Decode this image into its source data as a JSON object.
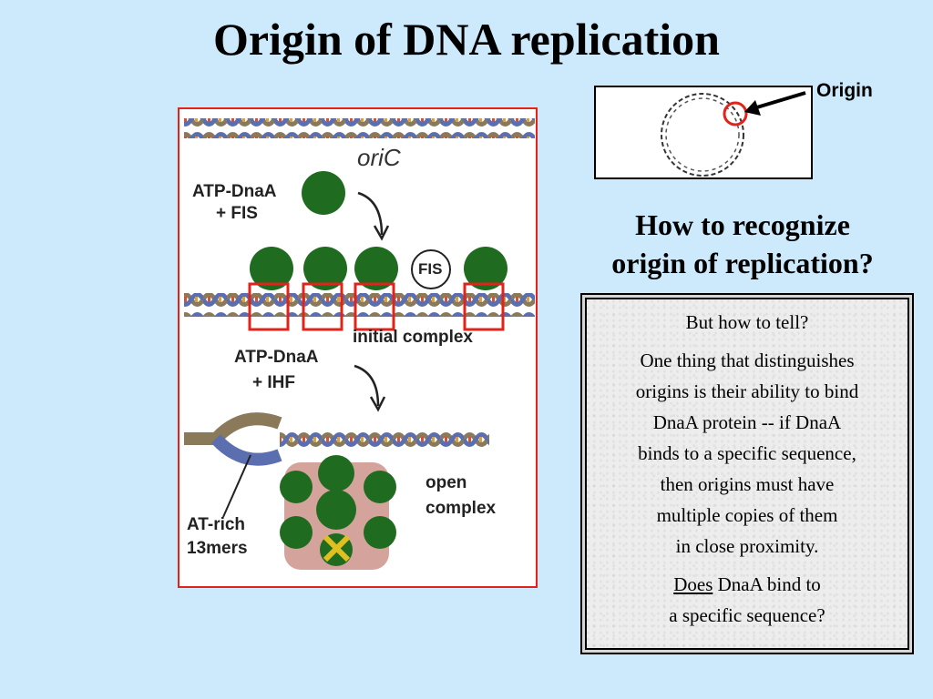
{
  "slide": {
    "title": "Origin of DNA replication"
  },
  "figure": {
    "oric_label": "oriC",
    "atp_dnaa_1": "ATP-DnaA",
    "plus_fis": "+ FIS",
    "fis_ball": "FIS",
    "initial_complex": "initial complex",
    "atp_dnaa_2": "ATP-DnaA",
    "plus_ihf": "+ IHF",
    "open": "open",
    "complex": "complex",
    "at_rich": "AT-rich",
    "mers": "13mers"
  },
  "plasmid": {
    "origin_label": "Origin"
  },
  "question": {
    "line1": "How to recognize",
    "line2": "origin of replication?"
  },
  "textbox": {
    "p1": "But how to tell?",
    "p2_l1": "One thing that distinguishes",
    "p2_l2": "origins is their ability to bind",
    "p2_l3": "DnaA protein -- if DnaA",
    "p2_l4": "binds to a specific sequence,",
    "p2_l5": "then origins must have",
    "p2_l6": "multiple copies of them",
    "p2_l7": "in close proximity.",
    "p3_u": "Does",
    "p3_rest": " DnaA bind to",
    "p3_l2": "a specific sequence?"
  },
  "colors": {
    "background": "#cdeafc",
    "highlight_red": "#e2231a",
    "protein_green": "#1f6b1f"
  }
}
